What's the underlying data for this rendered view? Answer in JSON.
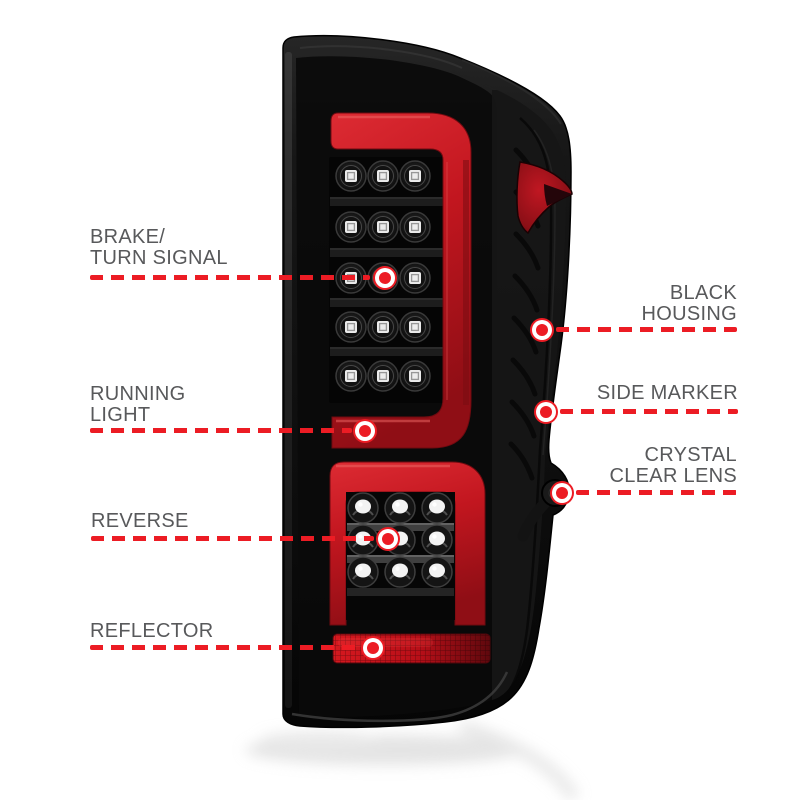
{
  "image_alt": "Black housing LED tail light with labeled features",
  "colors": {
    "background": "#ffffff",
    "callout_red": "#ec1c24",
    "label_gray": "#58595b",
    "housing_black": "#101010",
    "light_bar_red": "#c2161f",
    "reflector_red": "#c01019"
  },
  "callouts": {
    "brake_turn_signal": {
      "line1": "BRAKE/",
      "line2": "TURN SIGNAL"
    },
    "running_light": {
      "line1": "RUNNING",
      "line2": "LIGHT"
    },
    "reverse": {
      "line1": "REVERSE"
    },
    "reflector": {
      "line1": "REFLECTOR"
    },
    "black_housing": {
      "line1": "BLACK",
      "line2": "HOUSING"
    },
    "side_marker": {
      "line1": "SIDE MARKER"
    },
    "crystal_clear_lens": {
      "line1": "CRYSTAL",
      "line2": "CLEAR LENS"
    }
  }
}
